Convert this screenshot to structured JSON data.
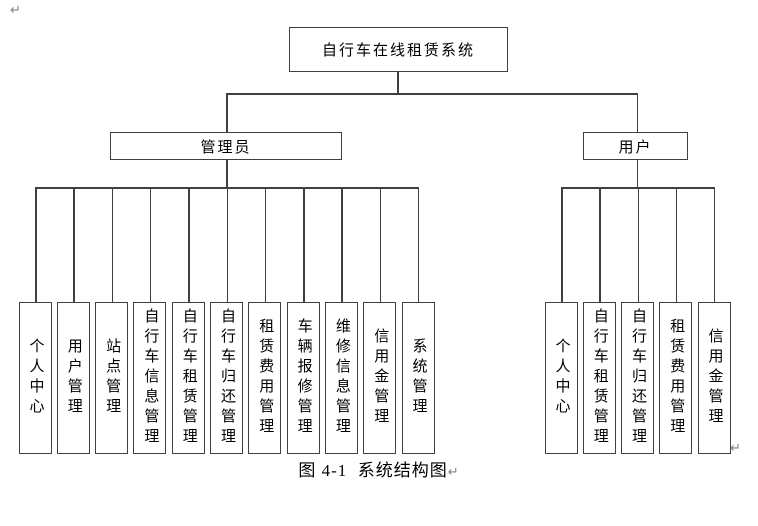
{
  "page": {
    "paragraph_mark": "↵",
    "caption": "图 4-1  系统结构图"
  },
  "diagram": {
    "root_label": "自行车在线租赁系统",
    "branches": [
      {
        "label": "管理员",
        "children": [
          "个人中心",
          "用户管理",
          "站点管理",
          "自行车信息管理",
          "自行车租赁管理",
          "自行车归还管理",
          "租赁费用管理",
          "车辆报修管理",
          "维修信息管理",
          "信用金管理",
          "系统管理"
        ]
      },
      {
        "label": "用户",
        "children": [
          "个人中心",
          "自行车租赁管理",
          "自行车归还管理",
          "租赁费用管理",
          "信用金管理"
        ]
      }
    ],
    "colors": {
      "border": "#404040",
      "text": "#000000",
      "paragraph_mark": "#828282",
      "background": "#ffffff"
    }
  }
}
